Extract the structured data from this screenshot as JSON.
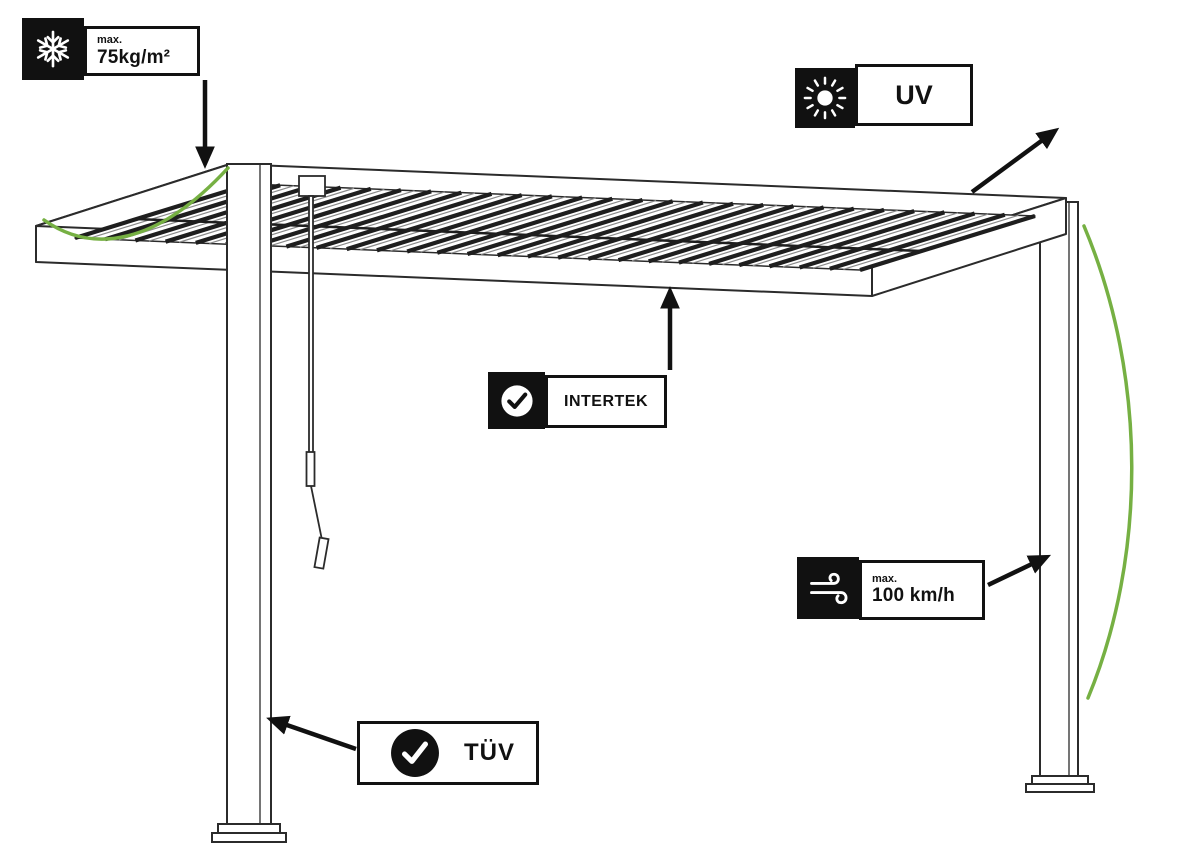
{
  "figure": {
    "badges": {
      "snow": {
        "icon": "snowflake-icon",
        "qualifier": "max.",
        "value": "75kg/m²"
      },
      "uv": {
        "icon": "sun-icon",
        "label": "UV"
      },
      "intertek": {
        "icon": "check-circle-icon",
        "label": "INTERTEK"
      },
      "wind": {
        "icon": "wind-icon",
        "qualifier": "max.",
        "value": "100 km/h"
      },
      "tuv": {
        "icon": "check-circle-icon",
        "label": "TÜV"
      }
    },
    "colors": {
      "accent_green": "#76b043",
      "ink": "#111111"
    }
  }
}
